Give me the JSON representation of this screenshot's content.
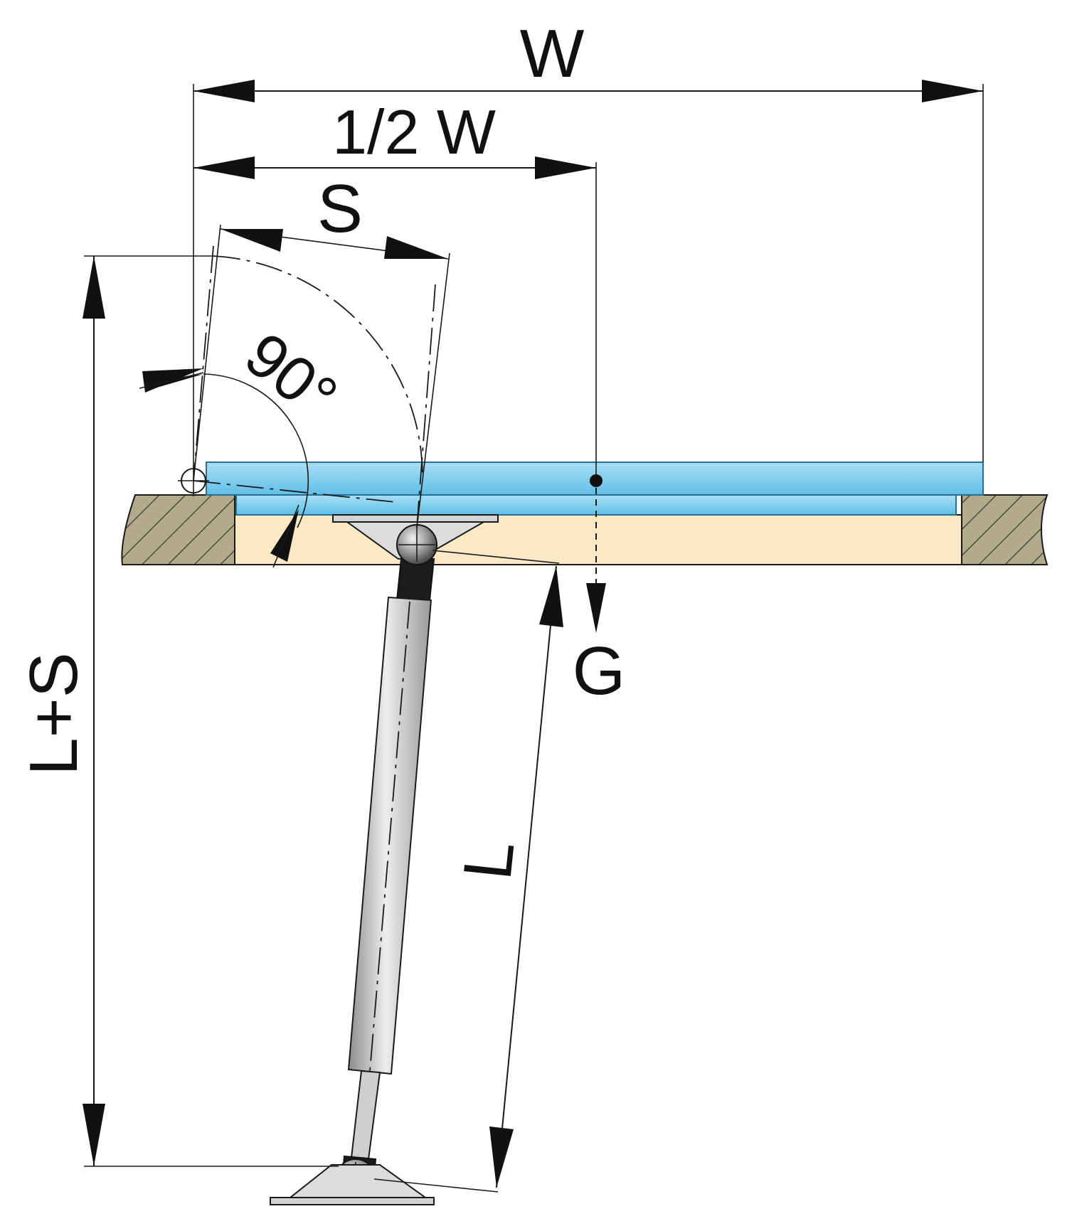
{
  "labels": {
    "width": "W",
    "half_width": "1/2 W",
    "stroke": "S",
    "angle": "90°",
    "gravity": "G",
    "length": "L",
    "length_plus_stroke": "L+S"
  },
  "colors": {
    "lid": "#7ccdf0",
    "lid_edge": "#2b6f8f",
    "frame_opening": "#fbe9c6",
    "wall": "#b2aa8a",
    "strut_body": "#cfcfcf",
    "strut_end": "#1c1c1c",
    "ink": "#111111"
  }
}
